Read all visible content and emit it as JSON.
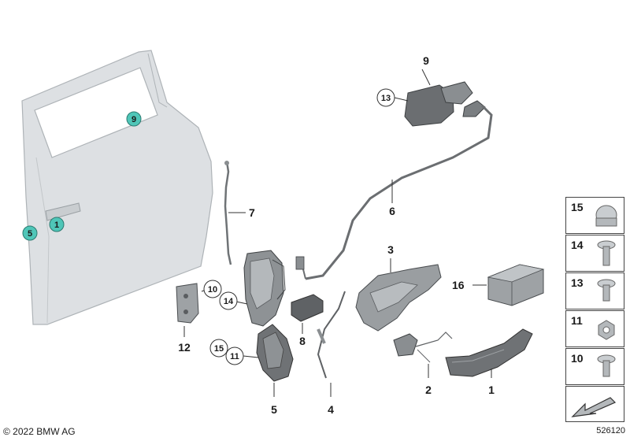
{
  "callouts": {
    "door_9": "9",
    "door_5": "5",
    "door_1": "1",
    "p9": "9",
    "p13": "13",
    "p7": "7",
    "p6": "6",
    "p3": "3",
    "p16": "16",
    "p10": "10",
    "p14": "14",
    "p12": "12",
    "p8": "8",
    "p15": "15",
    "p11": "11",
    "p5": "5",
    "p4": "4",
    "p2": "2",
    "p1": "1"
  },
  "kit": [
    {
      "num": "15",
      "icon": "cap-nut-icon"
    },
    {
      "num": "14",
      "icon": "torx-bolt-icon"
    },
    {
      "num": "13",
      "icon": "torx-screw-icon"
    },
    {
      "num": "11",
      "icon": "hex-nut-icon"
    },
    {
      "num": "10",
      "icon": "torx-screw-icon"
    }
  ],
  "footer": {
    "copyright": "© 2022 BMW AG",
    "doc_number": "526120"
  },
  "colors": {
    "door_fill": "#dde0e3",
    "part_grey": "#7f8285",
    "part_dark": "#4f5255",
    "highlight_teal": "#4fc6b8"
  }
}
